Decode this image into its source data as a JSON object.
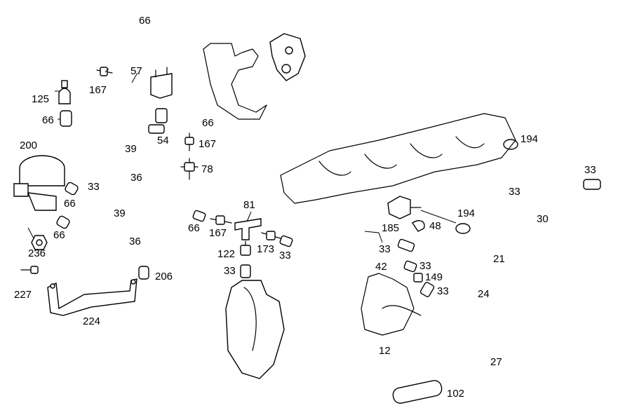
{
  "diagram": {
    "callouts": [
      {
        "id": "c66a",
        "text": "66"
      },
      {
        "id": "c57",
        "text": "57"
      },
      {
        "id": "c167a",
        "text": "167"
      },
      {
        "id": "c125",
        "text": "125"
      },
      {
        "id": "c66b",
        "text": "66"
      },
      {
        "id": "c66c",
        "text": "66"
      },
      {
        "id": "c54",
        "text": "54"
      },
      {
        "id": "c167b",
        "text": "167"
      },
      {
        "id": "c200",
        "text": "200"
      },
      {
        "id": "c39a",
        "text": "39"
      },
      {
        "id": "c78",
        "text": "78"
      },
      {
        "id": "c36a",
        "text": "36"
      },
      {
        "id": "c33a",
        "text": "33"
      },
      {
        "id": "c66d",
        "text": "66"
      },
      {
        "id": "c39b",
        "text": "39"
      },
      {
        "id": "c66e",
        "text": "66"
      },
      {
        "id": "c66f",
        "text": "66"
      },
      {
        "id": "c36b",
        "text": "36"
      },
      {
        "id": "c236",
        "text": "236"
      },
      {
        "id": "c167c",
        "text": "167"
      },
      {
        "id": "c81",
        "text": "81"
      },
      {
        "id": "c122",
        "text": "122"
      },
      {
        "id": "c173",
        "text": "173"
      },
      {
        "id": "c33b",
        "text": "33"
      },
      {
        "id": "c33c",
        "text": "33"
      },
      {
        "id": "c227",
        "text": "227"
      },
      {
        "id": "c206",
        "text": "206"
      },
      {
        "id": "c224",
        "text": "224"
      },
      {
        "id": "c194a",
        "text": "194"
      },
      {
        "id": "c33d",
        "text": "33"
      },
      {
        "id": "c33e",
        "text": "33"
      },
      {
        "id": "c194b",
        "text": "194"
      },
      {
        "id": "c30",
        "text": "30"
      },
      {
        "id": "c185",
        "text": "185"
      },
      {
        "id": "c48",
        "text": "48"
      },
      {
        "id": "c33f",
        "text": "33"
      },
      {
        "id": "c21",
        "text": "21"
      },
      {
        "id": "c42",
        "text": "42"
      },
      {
        "id": "c33g",
        "text": "33"
      },
      {
        "id": "c149",
        "text": "149"
      },
      {
        "id": "c33h",
        "text": "33"
      },
      {
        "id": "c24",
        "text": "24"
      },
      {
        "id": "c12",
        "text": "12"
      },
      {
        "id": "c27",
        "text": "27"
      },
      {
        "id": "c102",
        "text": "102"
      }
    ]
  }
}
